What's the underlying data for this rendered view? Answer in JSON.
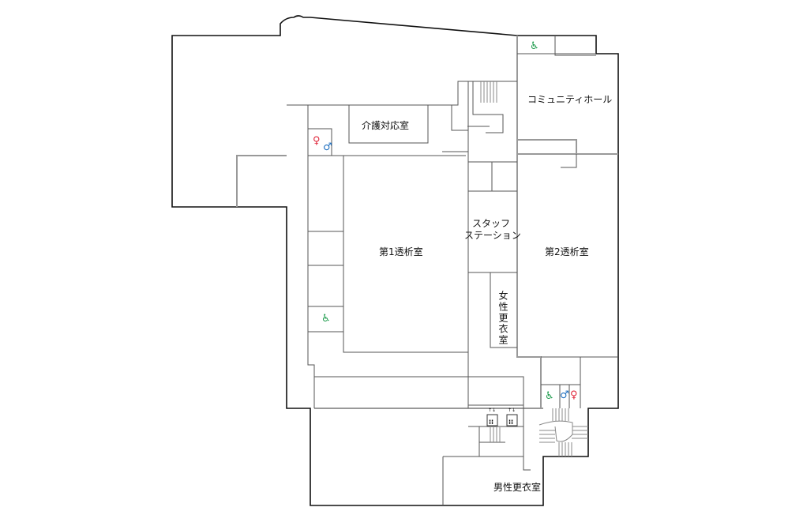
{
  "rooms": {
    "care_room": "介護対応室",
    "community_hall": "コミュニティホール",
    "staff_station_line1": "スタッフ",
    "staff_station_line2": "ステーション",
    "dialysis_room_1": "第1透析室",
    "dialysis_room_2": "第2透析室",
    "women_locker": "女性更衣室",
    "men_locker": "男性更衣室"
  },
  "icons": {
    "accessible_toilet": "wheelchair-icon",
    "male_toilet": "male-icon",
    "female_toilet": "female-icon",
    "elevator": "elevator-icon"
  },
  "colors": {
    "accessible": "#1a9a4a",
    "male": "#1e6fc0",
    "female": "#e0283c",
    "wall": "#111111",
    "partition": "#555555"
  }
}
